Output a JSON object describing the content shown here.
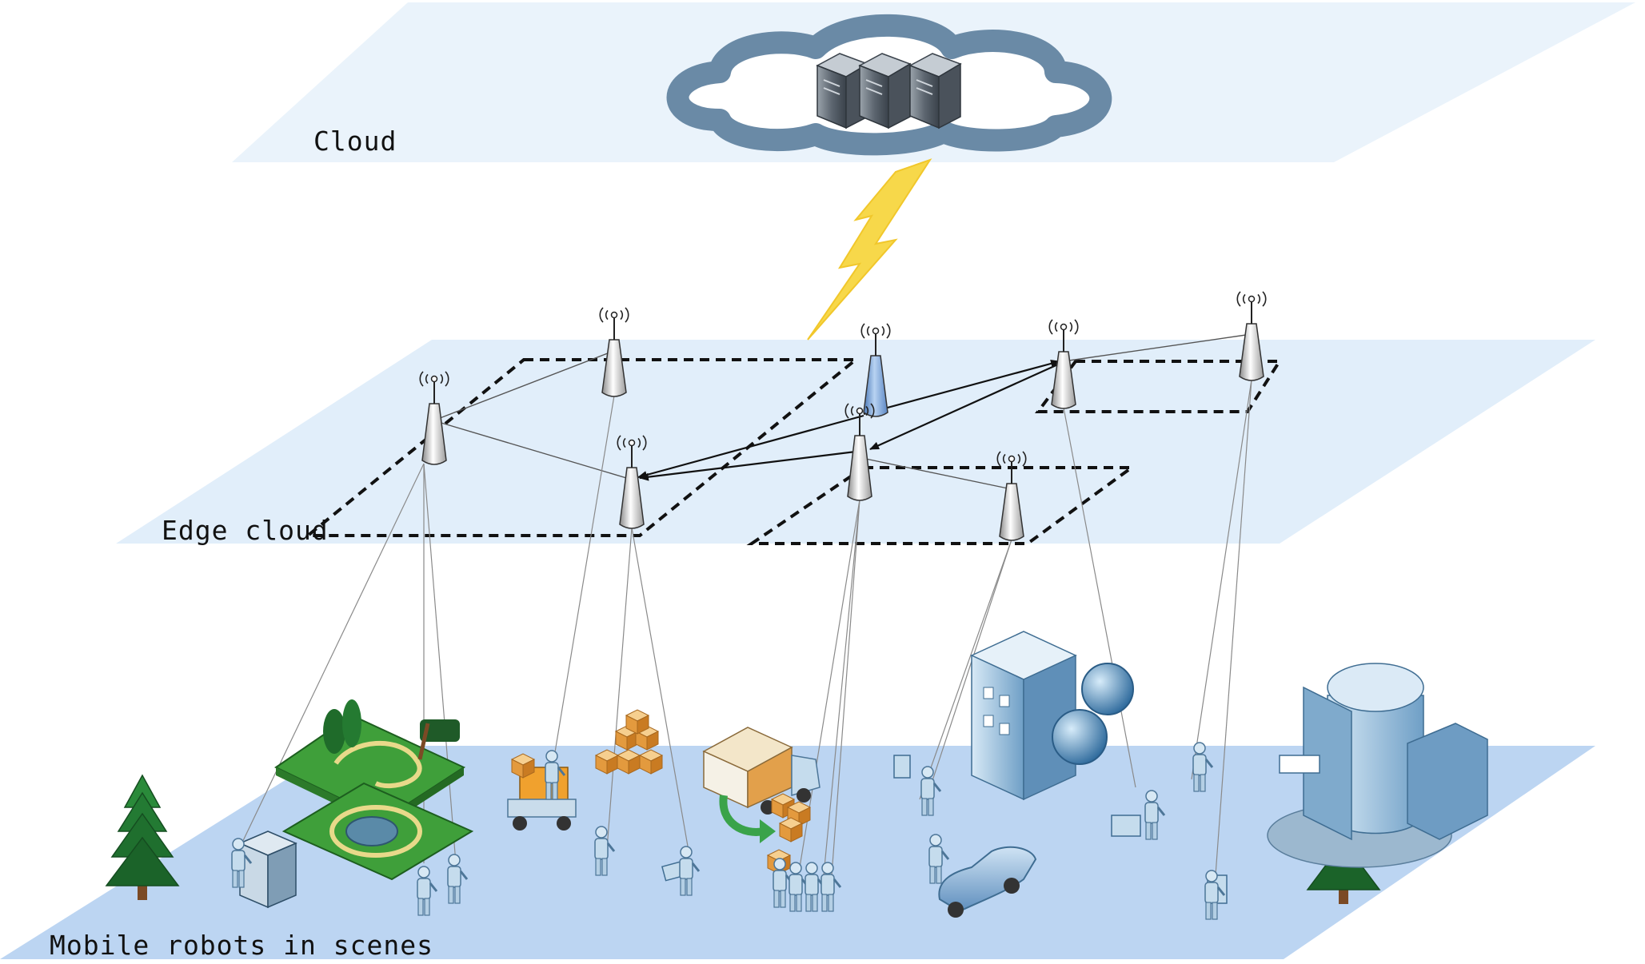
{
  "layers": {
    "cloud": {
      "label": "Cloud"
    },
    "edge": {
      "label": "Edge cloud"
    },
    "scene": {
      "label": "Mobile robots in scenes"
    }
  },
  "colors": {
    "cloud_plane": "#eaf3fb",
    "edge_plane": "#e1eefa",
    "scene_plane": "#bcd5f2",
    "cloud_ring": "#6a8aa6",
    "lightning": "#f7d84a",
    "tower_highlight": "#8fb4e0",
    "tower_default": "#f2f2f2",
    "grass": "#3f9f3a",
    "tree": "#1f6b2a",
    "building": "#9fc3dd",
    "box": "#e2a04b"
  },
  "icons": {
    "cloud": "cloud-icon",
    "server": "server-icon",
    "lightning": "lightning-icon",
    "tower": "antenna-tower-icon",
    "tree": "pine-tree-icon",
    "person": "person-icon",
    "building": "building-icon",
    "globe": "globe-icon",
    "truck": "truck-icon",
    "forklift": "forklift-icon",
    "car": "car-icon",
    "box": "box-icon",
    "park": "park-icon"
  }
}
